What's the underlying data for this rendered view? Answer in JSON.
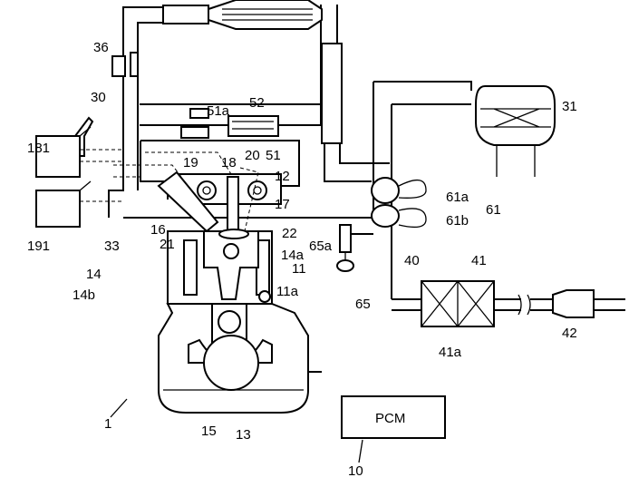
{
  "title": "Engine system diagram",
  "labels": {
    "l36": "36",
    "l30": "30",
    "l181": "181",
    "l191": "191",
    "l33": "33",
    "l51a": "51a",
    "l52": "52",
    "l31": "31",
    "l18": "18",
    "l20": "20",
    "l51": "51",
    "l19": "19",
    "l12": "12",
    "l17": "17",
    "l16": "16",
    "l22": "22",
    "l21": "21",
    "l65a": "65a",
    "l14a": "14a",
    "l11": "11",
    "l61a": "61a",
    "l61b": "61b",
    "l61": "61",
    "l40": "40",
    "l41": "41",
    "l14": "14",
    "l14b": "14b",
    "l11a": "11a",
    "l65": "65",
    "l41a": "41a",
    "l42": "42",
    "l1": "1",
    "l15": "15",
    "l13": "13",
    "l10": "10"
  },
  "pcm": {
    "label": "PCM"
  }
}
